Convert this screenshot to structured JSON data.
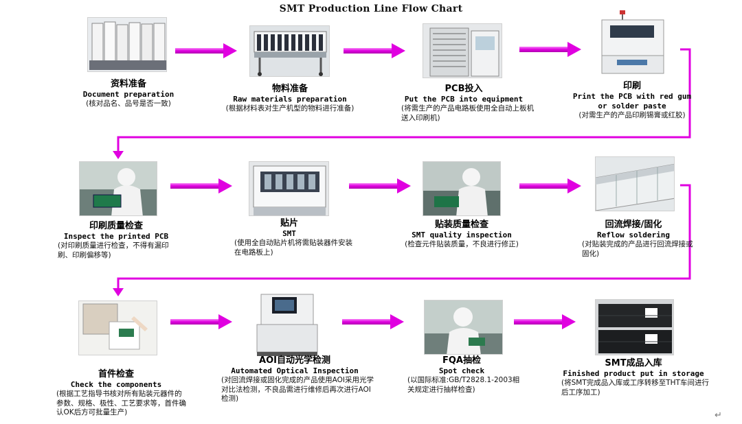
{
  "title": "SMT Production Line Flow Chart",
  "accent_color": "#e000e0",
  "steps": [
    {
      "zh": "资料准备",
      "en": "Document preparation",
      "note": "(核对品名、品号是否一致)",
      "icon": "document-binders-photo"
    },
    {
      "zh": "物料准备",
      "en": "Raw materials preparation",
      "note": "(根据材料表对生产机型的物料进行准备)",
      "icon": "material-reel-rack-photo"
    },
    {
      "zh": "PCB投入",
      "en": "Put the PCB into equipment",
      "note": "(将需生产的产品电路板使用全自动上板机送入印刷机)",
      "icon": "pcb-loader-photo"
    },
    {
      "zh": "印刷",
      "en": "Print the PCB with red gum or solder paste",
      "note": "(对需生产的产品印刷锡膏或红胶)",
      "icon": "printer-machine-photo"
    },
    {
      "zh": "印刷质量检查",
      "en": "Inspect the printed PCB",
      "note": "(对印刷质量进行检查，不得有漏印刷、印刷偏移等)",
      "icon": "print-inspection-photo"
    },
    {
      "zh": "贴片",
      "en": "SMT",
      "note": "(使用全自动贴片机将需贴装器件安装在电路板上)",
      "icon": "pick-place-machine-photo"
    },
    {
      "zh": "贴装质量检查",
      "en": "SMT quality inspection",
      "note": "(检查元件贴装质量，不良进行修正)",
      "icon": "smt-inspection-photo"
    },
    {
      "zh": "回流焊接/固化",
      "en": "Reflow soldering",
      "note": "(对贴装完成的产品进行回流焊接或固化)",
      "icon": "reflow-oven-photo"
    },
    {
      "zh": "首件检查",
      "en": "Check the components",
      "note": "(根据工艺指导书核对所有贴装元器件的参数、规格、极性、工艺要求等，首件确认OK后方可批量生产)",
      "icon": "first-article-check-photo"
    },
    {
      "zh": "AOI自动光学检测",
      "en": "Automated Optical Inspection",
      "note": "(对回流焊接或固化完成的产品使用AOI采用光学对比法检测，不良品需进行维修后再次进行AOI检测)",
      "icon": "aoi-machine-photo"
    },
    {
      "zh": "FQA抽检",
      "en": "Spot check",
      "note": "(以国际标准:GB/T2828.1-2003相关规定进行抽样检查)",
      "icon": "spot-check-photo"
    },
    {
      "zh": "SMT成品入库",
      "en": "Finished product put in storage",
      "note": "(将SMT完成品入库或工序转移至THT车间进行后工序加工)",
      "icon": "storage-boxes-photo"
    }
  ],
  "return_symbol": "↵"
}
